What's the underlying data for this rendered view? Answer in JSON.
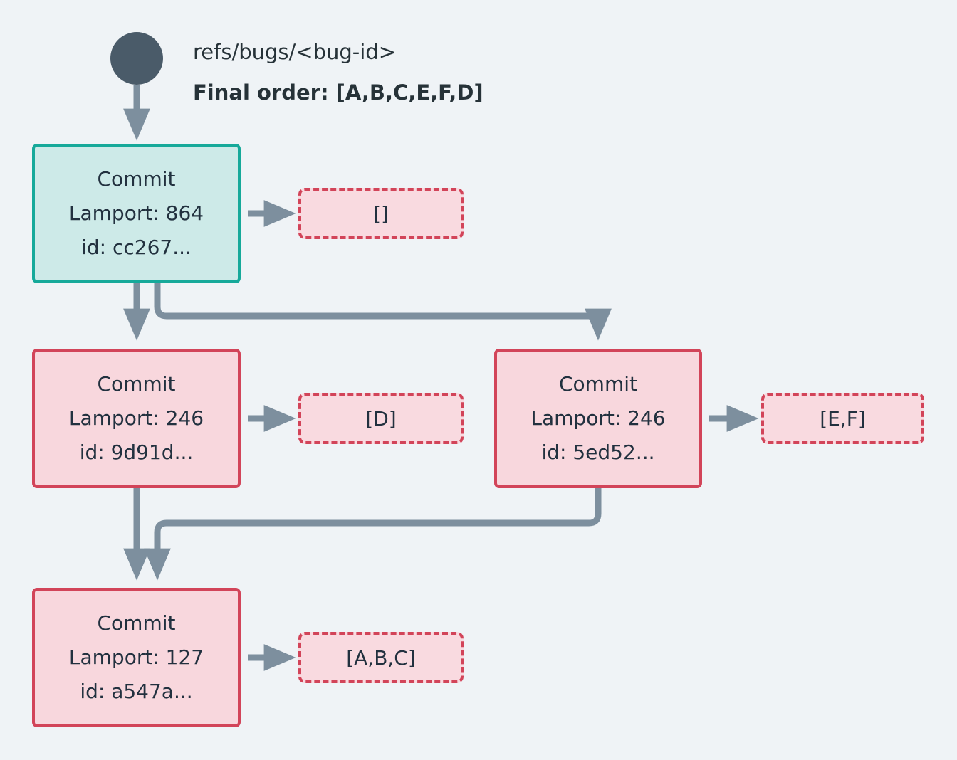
{
  "diagram": {
    "background_color": "#eff3f6",
    "edge_color": "#7d8f9e",
    "root_color": "#4a5b69",
    "teal_fill": "#cdeae8",
    "teal_stroke": "#16a99a",
    "pink_fill": "#f8d7dd",
    "pink_stroke": "#d24459",
    "dashed_fill": "#f9dae0",
    "dashed_stroke": "#d24459"
  },
  "header": {
    "ref": "refs/bugs/<bug-id>",
    "final_order": "Final order: [A,B,C,E,F,D]"
  },
  "nodes": {
    "root": {
      "name": "root-ref-node"
    },
    "commit_head": {
      "title": "Commit",
      "lamport": "Lamport: 864",
      "id": "id: cc267..."
    },
    "commit_left": {
      "title": "Commit",
      "lamport": "Lamport: 246",
      "id": "id: 9d91d..."
    },
    "commit_right": {
      "title": "Commit",
      "lamport": "Lamport: 246",
      "id": "id: 5ed52..."
    },
    "commit_base": {
      "title": "Commit",
      "lamport": "Lamport: 127",
      "id": "id: a547a..."
    }
  },
  "ops": {
    "head_ops": "[]",
    "left_ops": "[D]",
    "right_ops": "[E,F]",
    "base_ops": "[A,B,C]"
  }
}
